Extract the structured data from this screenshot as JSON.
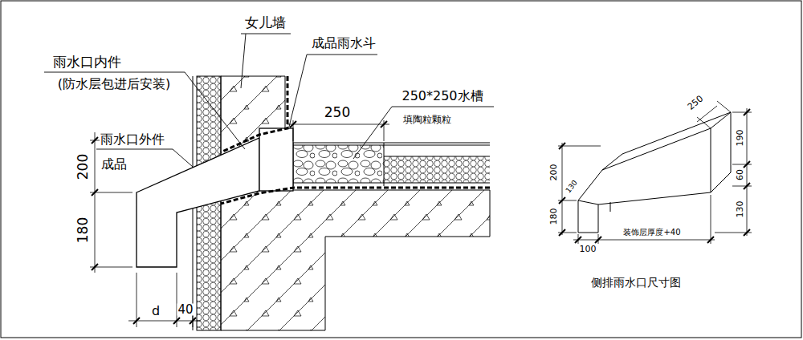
{
  "diagram": {
    "labels": [
      "女儿墙",
      "雨水口内件",
      "(防水层包进后安装)",
      "成品雨水斗",
      "250",
      "250*250水槽",
      "填陶粒颗粒",
      "雨水口外件",
      "成品",
      "200",
      "180",
      "d",
      "40",
      "250",
      "190",
      "200",
      "130",
      "180",
      "60",
      "130",
      "100",
      "装饰层厚度+40",
      "侧排雨水口尺寸图"
    ]
  }
}
